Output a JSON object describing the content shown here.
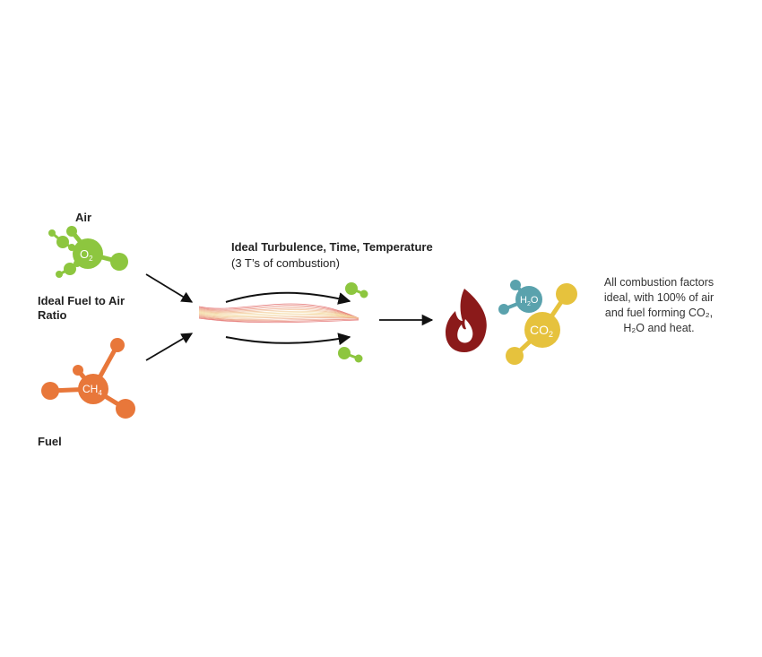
{
  "labels": {
    "air": "Air",
    "ratio_line1": "Ideal Fuel to Air",
    "ratio_line2": "Ratio",
    "fuel": "Fuel",
    "turbulence_line1": "Ideal Turbulence, Time, Temperature",
    "turbulence_line2": "(3 T’s of combustion)",
    "result_line1": "All combustion factors",
    "result_line2": "ideal, with 100% of air",
    "result_line3": "and fuel forming CO₂,",
    "result_line4": "H₂O and heat."
  },
  "molecules": {
    "o2_main": "O",
    "o2_sub": "2",
    "ch4_main": "CH",
    "ch4_sub": "4",
    "h2o_main": "H",
    "h2o_sub": "2",
    "h2o_tail": "O",
    "co2_main": "CO",
    "co2_sub": "2"
  },
  "colors": {
    "o2": "#8dc63f",
    "ch4": "#e8773a",
    "h2o": "#5aa2ad",
    "co2": "#e6c23d",
    "flame": "#8b1a1a",
    "arrow": "#111111"
  }
}
